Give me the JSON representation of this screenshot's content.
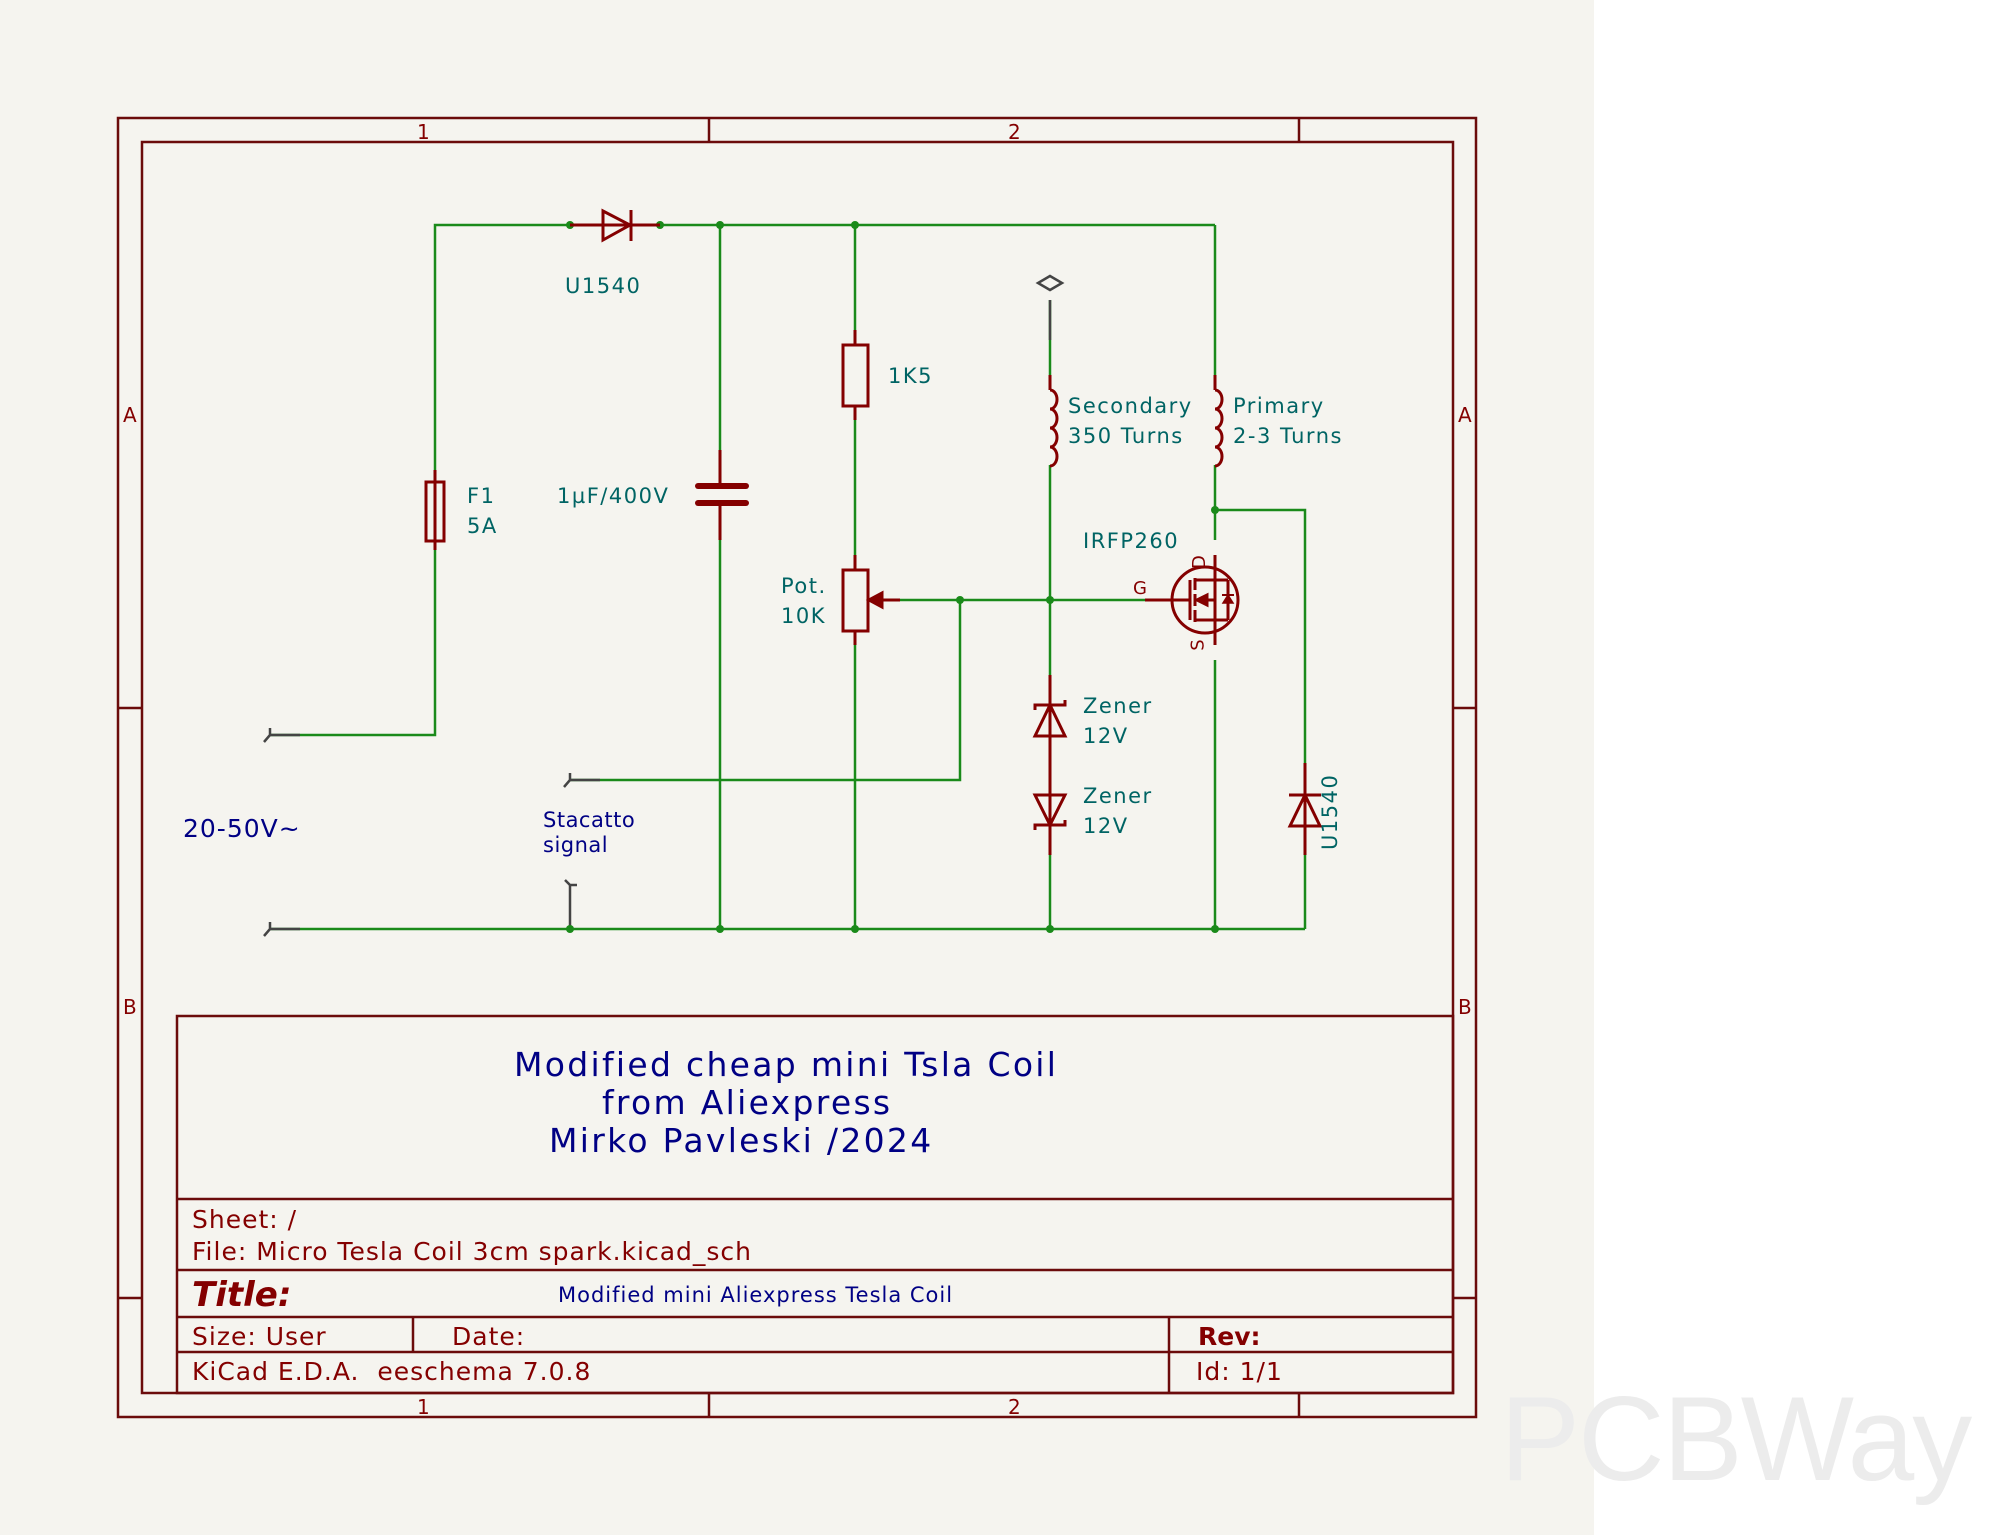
{
  "frame": {
    "columns": [
      "1",
      "2"
    ],
    "rows": [
      "A",
      "B"
    ]
  },
  "components": {
    "d_input": {
      "value": "U1540"
    },
    "fuse": {
      "ref": "F1",
      "value": "5A"
    },
    "cap": {
      "value": "1µF/400V"
    },
    "r1": {
      "value": "1K5"
    },
    "pot": {
      "ref": "Pot.",
      "value": "10K"
    },
    "secondary": {
      "line1": "Secondary",
      "line2": "350 Turns"
    },
    "primary": {
      "line1": "Primary",
      "line2": "2-3 Turns"
    },
    "mosfet": {
      "value": "IRFP260",
      "pin_g": "G",
      "pin_d": "D",
      "pin_s": "S"
    },
    "zener1": {
      "line1": "Zener",
      "line2": "12V"
    },
    "zener2": {
      "line1": "Zener",
      "line2": "12V"
    },
    "d_flyback": {
      "value": "U1540"
    }
  },
  "notes": {
    "input_voltage": "20-50V~",
    "stacatto_line1": "Stacatto",
    "stacatto_line2": "signal",
    "desc_line1": "Modified cheap mini Tsla Coil",
    "desc_line2": "from Aliexpress",
    "desc_line3": "Mirko Pavleski /2024"
  },
  "title_block": {
    "sheet": "Sheet: /",
    "file": "File: Micro Tesla Coil 3cm spark.kicad_sch",
    "title_label": "Title:",
    "title_value": "Modified mini Aliexpress Tesla Coil",
    "size": "Size: User",
    "date": "Date:",
    "rev": "Rev:",
    "tool": "KiCad E.D.A.  eeschema 7.0.8",
    "id": "Id: 1/1"
  },
  "watermark": "PCBWay",
  "colors": {
    "background": "#f5f4ef",
    "frame": "#840000",
    "wire": "#008400",
    "symbol": "#840000",
    "field_text": "#006464",
    "note_text": "#000084"
  }
}
